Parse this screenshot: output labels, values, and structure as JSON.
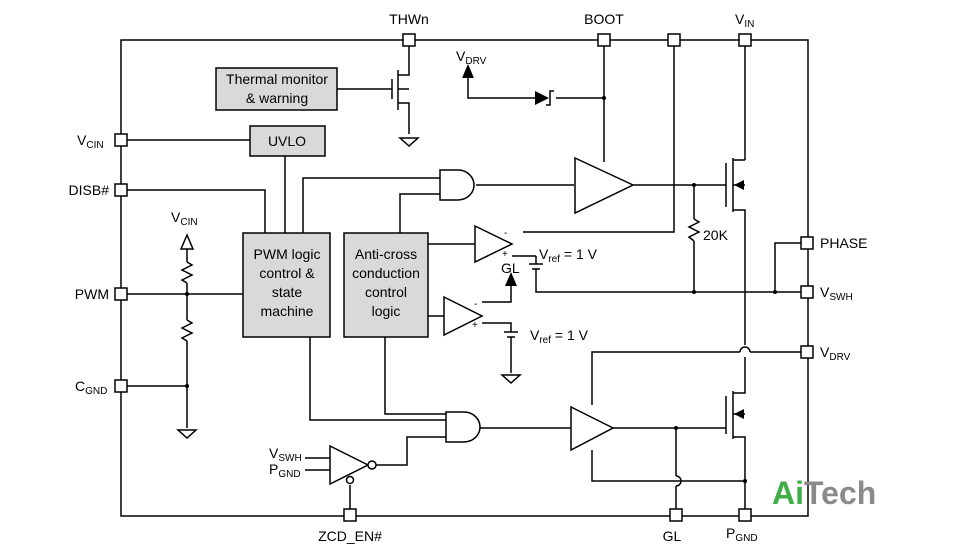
{
  "pins": {
    "thwn": "THWn",
    "boot": "BOOT",
    "vin_main": "V",
    "vin_sub": "IN",
    "vcin_main": "V",
    "vcin_sub": "CIN",
    "disb": "DISB#",
    "pwm": "PWM",
    "cgnd_main": "C",
    "cgnd_sub": "GND",
    "phase": "PHASE",
    "vswh_main": "V",
    "vswh_sub": "SWH",
    "vdrv_main": "V",
    "vdrv_sub": "DRV",
    "zcd": "ZCD_EN#",
    "gl": "GL",
    "pgnd_main": "P",
    "pgnd_sub": "GND"
  },
  "blocks": {
    "thermal_line1": "Thermal monitor",
    "thermal_line2": "& warning",
    "uvlo": "UVLO",
    "pwm_logic_1": "PWM logic",
    "pwm_logic_2": "control &",
    "pwm_logic_3": "state",
    "pwm_logic_4": "machine",
    "anti_1": "Anti-cross",
    "anti_2": "conduction",
    "anti_3": "control",
    "anti_4": "logic"
  },
  "labels": {
    "vdrv_top_main": "V",
    "vdrv_top_sub": "DRV",
    "vcin_inner_main": "V",
    "vcin_inner_sub": "CIN",
    "resistor": "20K",
    "vref1_main": "V",
    "vref1_sub": "ref",
    "vref1_val": " = 1 V",
    "vref2_main": "V",
    "vref2_sub": "ref",
    "vref2_val": " = 1 V",
    "gl_inner": "GL",
    "comp_minus": "-",
    "comp_plus": "+",
    "vswh_in_main": "V",
    "vswh_in_sub": "SWH",
    "pgnd_in_main": "P",
    "pgnd_in_sub": "GND"
  },
  "logo": {
    "part1": "Ai",
    "part2": "Tech",
    "color1": "#3fae49",
    "color2": "#8a8a8a"
  }
}
